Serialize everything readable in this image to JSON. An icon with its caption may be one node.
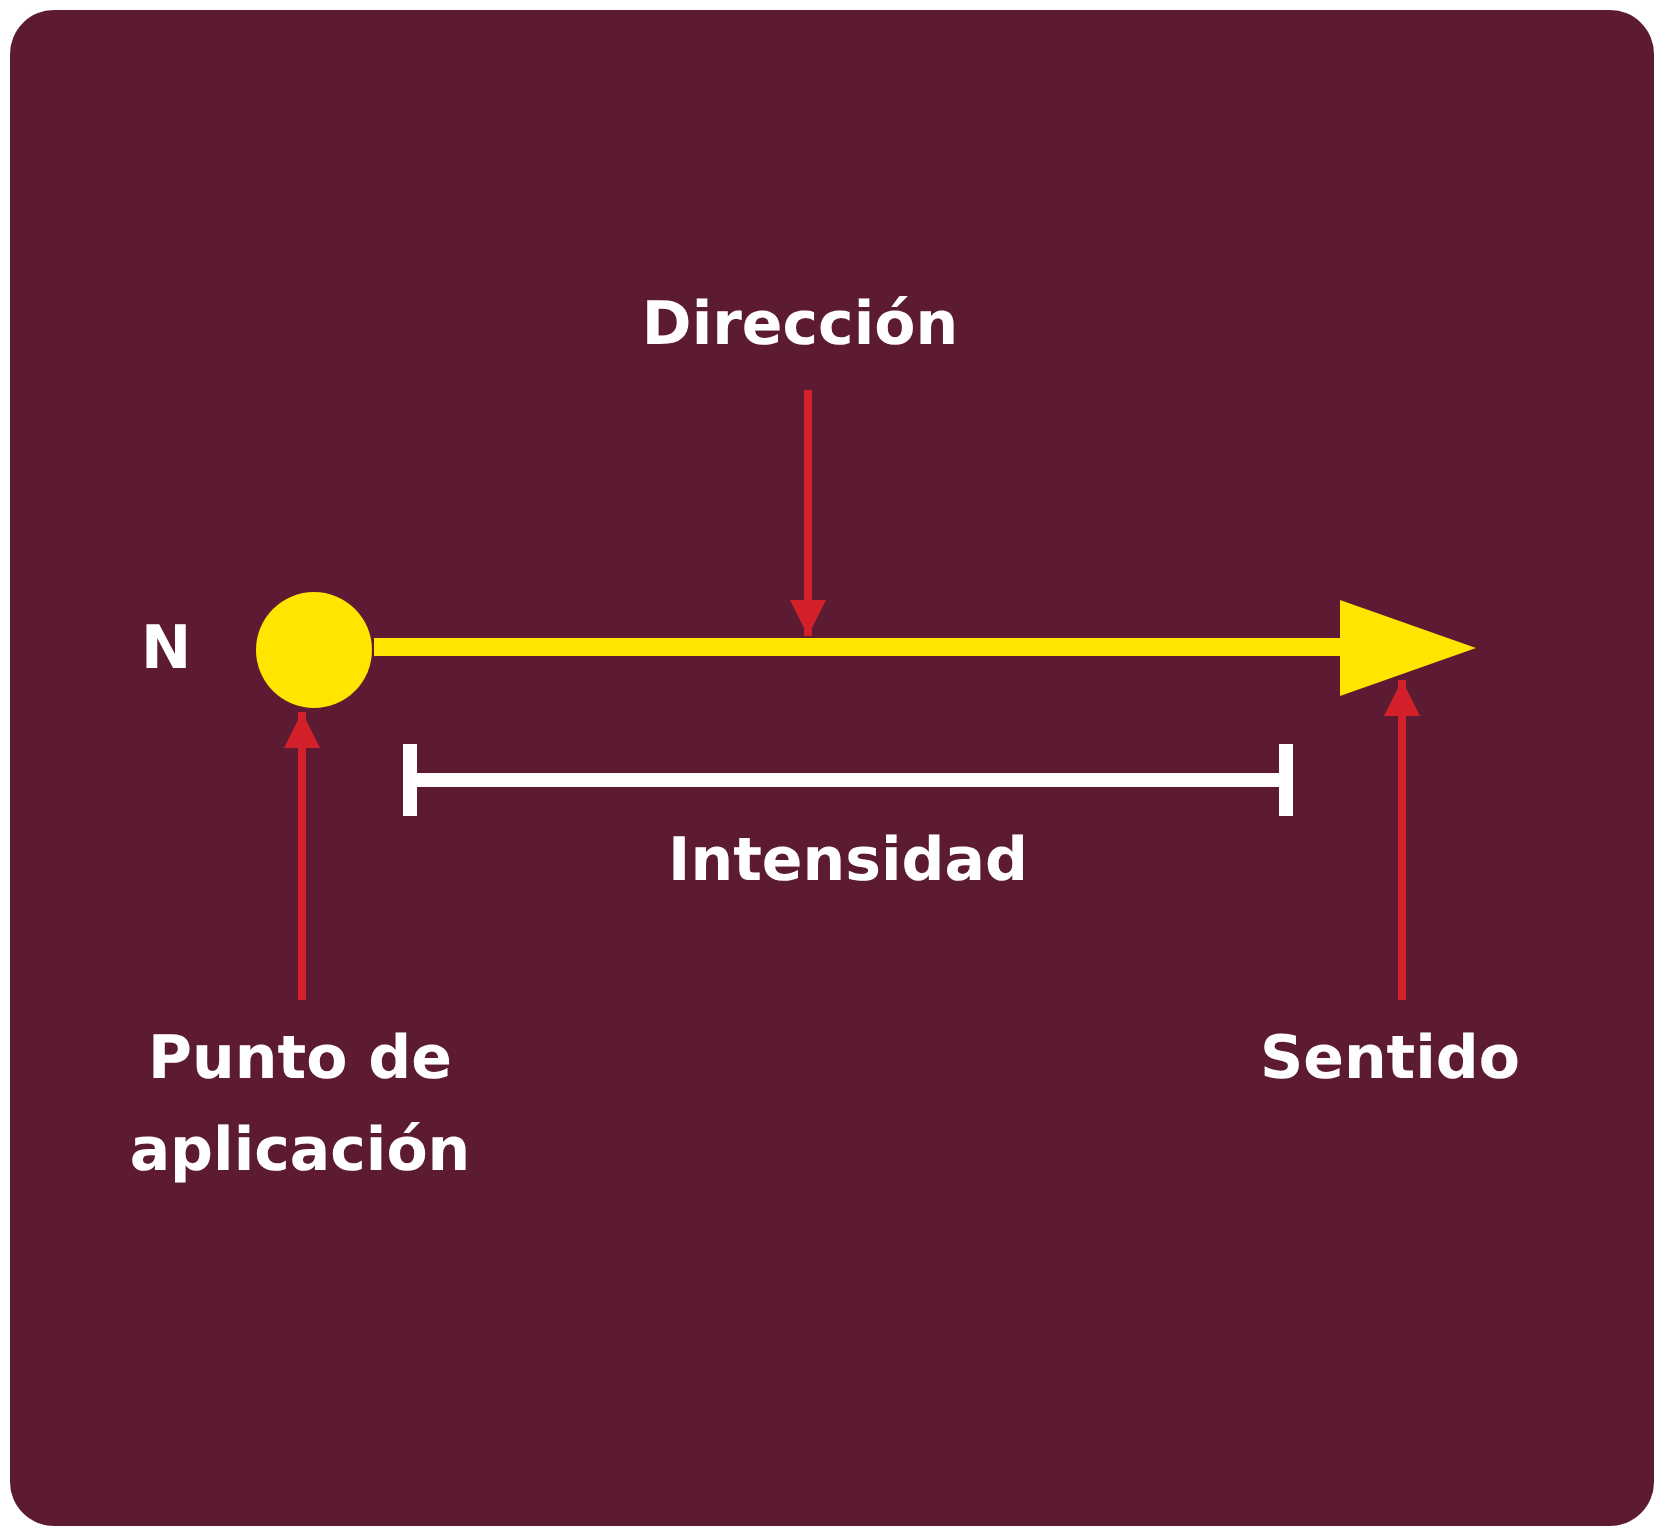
{
  "diagram": {
    "nodes": [
      {
        "text": [
          "Dirección"
        ]
      },
      {
        "text": [],
        "shape": "line"
      },
      {
        "text": [],
        "shape": "circle",
        "beside": [
          "N"
        ]
      },
      {
        "text": [],
        "shape": "triangle"
      },
      {
        "text": [
          "Punto de aplicación"
        ]
      },
      {
        "text": [
          "Sentido"
        ]
      }
    ],
    "edges": [
      {
        "from": 0,
        "to": 1,
        "arrow": "to"
      },
      {
        "from": 4,
        "to": 2,
        "arrow": "to"
      },
      {
        "from": 5,
        "to": 3,
        "arrow": "to"
      }
    ],
    "labels": [
      "Intensidad"
    ]
  }
}
